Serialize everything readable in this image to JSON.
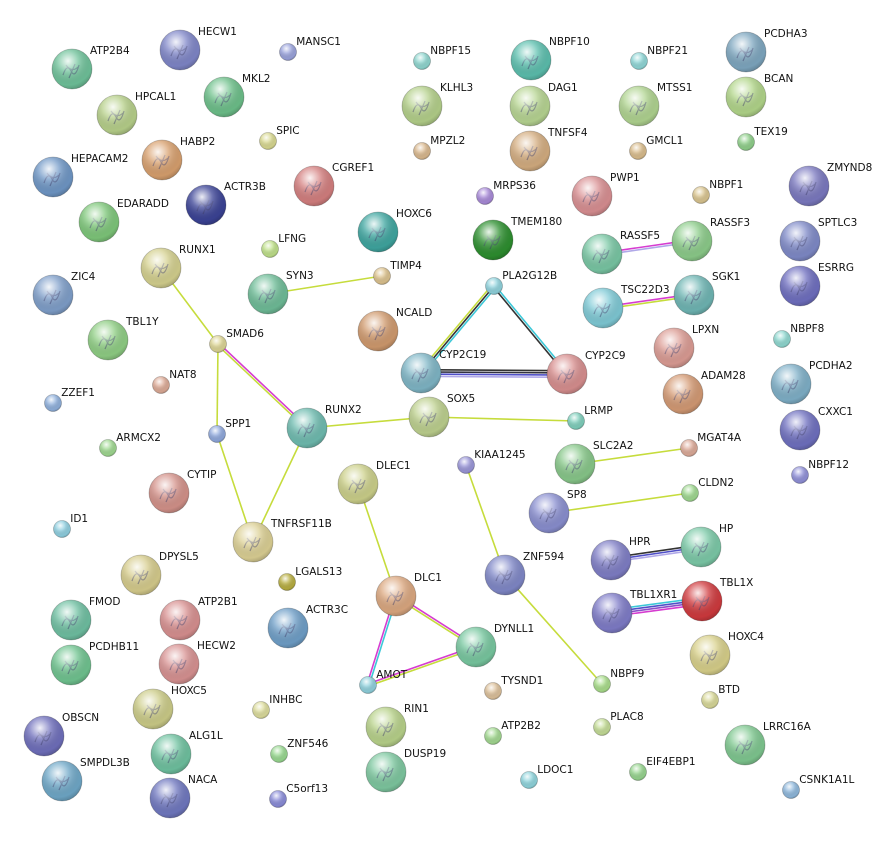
{
  "network": {
    "nodes": [
      {
        "label": "ATP2B4",
        "color": "#6fc29a",
        "size": "big"
      },
      {
        "label": "HECW1",
        "color": "#7f86c8",
        "size": "big"
      },
      {
        "label": "MANSC1",
        "color": "#9aa3dc",
        "size": "small"
      },
      {
        "label": "NBPF15",
        "color": "#8fd6cf",
        "size": "small"
      },
      {
        "label": "NBPF10",
        "color": "#5cbfae",
        "size": "big"
      },
      {
        "label": "NBPF21",
        "color": "#8fd6d6",
        "size": "small"
      },
      {
        "label": "PCDHA3",
        "color": "#7ea7c0",
        "size": "big"
      },
      {
        "label": "MKL2",
        "color": "#6dc08a",
        "size": "big"
      },
      {
        "label": "HPCAL1",
        "color": "#b7d08a",
        "size": "big"
      },
      {
        "label": "KLHL3",
        "color": "#b4d08a",
        "size": "big"
      },
      {
        "label": "DAG1",
        "color": "#b7d592",
        "size": "big"
      },
      {
        "label": "MTSS1",
        "color": "#b0d490",
        "size": "big"
      },
      {
        "label": "BCAN",
        "color": "#b2d68a",
        "size": "big"
      },
      {
        "label": "SPIC",
        "color": "#d8d890",
        "size": "small"
      },
      {
        "label": "HABP2",
        "color": "#d8a06e",
        "size": "big"
      },
      {
        "label": "MPZL2",
        "color": "#d9b88e",
        "size": "small"
      },
      {
        "label": "TNFSF4",
        "color": "#d4ad80",
        "size": "big"
      },
      {
        "label": "GMCL1",
        "color": "#d9bc8c",
        "size": "small"
      },
      {
        "label": "TEX19",
        "color": "#8fcf8a",
        "size": "small"
      },
      {
        "label": "HEPACAM2",
        "color": "#6f97c6",
        "size": "big"
      },
      {
        "label": "CGREF1",
        "color": "#d47f7f",
        "size": "big"
      },
      {
        "label": "ACTR3B",
        "color": "#3b4396",
        "size": "big"
      },
      {
        "label": "MRPS36",
        "color": "#a88ad8",
        "size": "small"
      },
      {
        "label": "PWP1",
        "color": "#d98f92",
        "size": "big"
      },
      {
        "label": "NBPF1",
        "color": "#d9c48f",
        "size": "small"
      },
      {
        "label": "ZMYND8",
        "color": "#7b79c0",
        "size": "big"
      },
      {
        "label": "EDARADD",
        "color": "#7ec77a",
        "size": "big"
      },
      {
        "label": "HOXC6",
        "color": "#3fa6a0",
        "size": "big"
      },
      {
        "label": "TMEM180",
        "color": "#2d8f2f",
        "size": "big"
      },
      {
        "label": "RASSF5",
        "color": "#79c7a4",
        "size": "big"
      },
      {
        "label": "RASSF3",
        "color": "#8ccc8a",
        "size": "big"
      },
      {
        "label": "SPTLC3",
        "color": "#7f8ac8",
        "size": "big"
      },
      {
        "label": "RUNX1",
        "color": "#d4d08e",
        "size": "big"
      },
      {
        "label": "LFNG",
        "color": "#bfe08a",
        "size": "small"
      },
      {
        "label": "TIMP4",
        "color": "#dcc28e",
        "size": "small"
      },
      {
        "label": "SYN3",
        "color": "#6fbd98",
        "size": "big"
      },
      {
        "label": "PLA2G12B",
        "color": "#8fd2dc",
        "size": "small"
      },
      {
        "label": "ESRRG",
        "color": "#6f6fc0",
        "size": "big"
      },
      {
        "label": "ZIC4",
        "color": "#7f9fca",
        "size": "big"
      },
      {
        "label": "TSC22D3",
        "color": "#7fcad6",
        "size": "big"
      },
      {
        "label": "SGK1",
        "color": "#6fb6b4",
        "size": "big"
      },
      {
        "label": "TBL1Y",
        "color": "#8fce84",
        "size": "big"
      },
      {
        "label": "SMAD6",
        "color": "#dcd494",
        "size": "small"
      },
      {
        "label": "NCALD",
        "color": "#d09a6e",
        "size": "big"
      },
      {
        "label": "NBPF8",
        "color": "#8fd8d0",
        "size": "small"
      },
      {
        "label": "LPXN",
        "color": "#dc9c94",
        "size": "big"
      },
      {
        "label": "CYP2C19",
        "color": "#7fb6c6",
        "size": "big"
      },
      {
        "label": "CYP2C9",
        "color": "#d88f8f",
        "size": "big"
      },
      {
        "label": "PCDHA2",
        "color": "#7fb0c8",
        "size": "big"
      },
      {
        "label": "NAT8",
        "color": "#dcaa96",
        "size": "small"
      },
      {
        "label": "ZZEF1",
        "color": "#8fb0dc",
        "size": "small"
      },
      {
        "label": "ADAM28",
        "color": "#d49a74",
        "size": "big"
      },
      {
        "label": "SOX5",
        "color": "#bdd08e",
        "size": "big"
      },
      {
        "label": "RUNX2",
        "color": "#6fbcb0",
        "size": "big"
      },
      {
        "label": "SPP1",
        "color": "#8fa8dc",
        "size": "small"
      },
      {
        "label": "LRMP",
        "color": "#7fcfbc",
        "size": "small"
      },
      {
        "label": "CXXC1",
        "color": "#6f70c0",
        "size": "big"
      },
      {
        "label": "ARMCX2",
        "color": "#9fd890",
        "size": "small"
      },
      {
        "label": "MGAT4A",
        "color": "#dcaa98",
        "size": "small"
      },
      {
        "label": "KIAA1245",
        "color": "#9a96d8",
        "size": "small"
      },
      {
        "label": "SLC2A2",
        "color": "#88c88a",
        "size": "big"
      },
      {
        "label": "NBPF12",
        "color": "#9090d8",
        "size": "small"
      },
      {
        "label": "CYTIP",
        "color": "#d4928a",
        "size": "big"
      },
      {
        "label": "DLEC1",
        "color": "#ccd08a",
        "size": "big"
      },
      {
        "label": "CLDN2",
        "color": "#9fd890",
        "size": "small"
      },
      {
        "label": "SP8",
        "color": "#8a8fd0",
        "size": "big"
      },
      {
        "label": "ID1",
        "color": "#8fcfe0",
        "size": "small"
      },
      {
        "label": "TNFRSF11B",
        "color": "#dcd094",
        "size": "big"
      },
      {
        "label": "HPR",
        "color": "#7f7ec6",
        "size": "big"
      },
      {
        "label": "HP",
        "color": "#7ccaa8",
        "size": "big"
      },
      {
        "label": "DPYSL5",
        "color": "#d6cc8c",
        "size": "big"
      },
      {
        "label": "ZNF594",
        "color": "#8088c8",
        "size": "big"
      },
      {
        "label": "LGALS13",
        "color": "#b8ae40",
        "size": "small"
      },
      {
        "label": "DLC1",
        "color": "#dca880",
        "size": "big"
      },
      {
        "label": "TBL1XR1",
        "color": "#7f7cc8",
        "size": "big"
      },
      {
        "label": "TBL1X",
        "color": "#d03a3e",
        "size": "big"
      },
      {
        "label": "ATP2B1",
        "color": "#d89090",
        "size": "big"
      },
      {
        "label": "FMOD",
        "color": "#6fc0a2",
        "size": "big"
      },
      {
        "label": "ACTR3C",
        "color": "#6f9fc8",
        "size": "big"
      },
      {
        "label": "DYNLL1",
        "color": "#78c8a0",
        "size": "big"
      },
      {
        "label": "HOXC4",
        "color": "#d8d08a",
        "size": "big"
      },
      {
        "label": "PCDHB11",
        "color": "#70c490",
        "size": "big"
      },
      {
        "label": "HECW2",
        "color": "#d89292",
        "size": "big"
      },
      {
        "label": "AMOT",
        "color": "#8fd0dc",
        "size": "small"
      },
      {
        "label": "NBPF9",
        "color": "#a8dc8a",
        "size": "small"
      },
      {
        "label": "TYSND1",
        "color": "#dcc09a",
        "size": "small"
      },
      {
        "label": "BTD",
        "color": "#d8d898",
        "size": "small"
      },
      {
        "label": "HOXC5",
        "color": "#cccc88",
        "size": "big"
      },
      {
        "label": "INHBC",
        "color": "#dcdc9c",
        "size": "small"
      },
      {
        "label": "OBSCN",
        "color": "#6f6fbc",
        "size": "big"
      },
      {
        "label": "RIN1",
        "color": "#b8d28a",
        "size": "big"
      },
      {
        "label": "PLAC8",
        "color": "#c4dc96",
        "size": "small"
      },
      {
        "label": "LRRC16A",
        "color": "#7fc890",
        "size": "big"
      },
      {
        "label": "ATP2B2",
        "color": "#a2d890",
        "size": "small"
      },
      {
        "label": "ALG1L",
        "color": "#6fc2a0",
        "size": "big"
      },
      {
        "label": "ZNF546",
        "color": "#98d890",
        "size": "small"
      },
      {
        "label": "DUSP19",
        "color": "#7ec8a0",
        "size": "big"
      },
      {
        "label": "SMPDL3B",
        "color": "#6fa8c8",
        "size": "big"
      },
      {
        "label": "LDOC1",
        "color": "#8fd4dc",
        "size": "small"
      },
      {
        "label": "EIF4EBP1",
        "color": "#96d48e",
        "size": "small"
      },
      {
        "label": "NACA",
        "color": "#7078c0",
        "size": "big"
      },
      {
        "label": "C5orf13",
        "color": "#8a8cd8",
        "size": "small"
      },
      {
        "label": "CSNK1A1L",
        "color": "#8fb8dc",
        "size": "small"
      }
    ],
    "edges": [
      {
        "from": "TIMP4",
        "to": "SYN3",
        "colors": [
          "#c6dc3c"
        ]
      },
      {
        "from": "RUNX1",
        "to": "SMAD6",
        "colors": [
          "#c6dc3c"
        ]
      },
      {
        "from": "SMAD6",
        "to": "RUNX2",
        "colors": [
          "#d63cd0",
          "#c6dc3c"
        ]
      },
      {
        "from": "SMAD6",
        "to": "SPP1",
        "colors": [
          "#c6dc3c"
        ]
      },
      {
        "from": "SPP1",
        "to": "TNFRSF11B",
        "colors": [
          "#c6dc3c"
        ]
      },
      {
        "from": "RUNX2",
        "to": "TNFRSF11B",
        "colors": [
          "#c6dc3c"
        ]
      },
      {
        "from": "RUNX2",
        "to": "SOX5",
        "colors": [
          "#c6dc3c"
        ]
      },
      {
        "from": "SOX5",
        "to": "LRMP",
        "colors": [
          "#c6dc3c"
        ]
      },
      {
        "from": "PLA2G12B",
        "to": "CYP2C19",
        "colors": [
          "#3cc8d8",
          "#333333",
          "#c6dc3c"
        ]
      },
      {
        "from": "PLA2G12B",
        "to": "CYP2C9",
        "colors": [
          "#3cc8d8",
          "#333333"
        ]
      },
      {
        "from": "CYP2C19",
        "to": "CYP2C9",
        "colors": [
          "#333333",
          "#333340",
          "#5050c8",
          "#b0a8e8"
        ]
      },
      {
        "from": "RASSF5",
        "to": "RASSF3",
        "colors": [
          "#d63cd0",
          "#b0a8e8"
        ]
      },
      {
        "from": "TSC22D3",
        "to": "SGK1",
        "colors": [
          "#d63cd0",
          "#c6dc3c"
        ]
      },
      {
        "from": "SLC2A2",
        "to": "MGAT4A",
        "colors": [
          "#c6dc3c"
        ]
      },
      {
        "from": "SP8",
        "to": "CLDN2",
        "colors": [
          "#c6dc3c"
        ]
      },
      {
        "from": "KIAA1245",
        "to": "ZNF594",
        "colors": [
          "#c6dc3c"
        ]
      },
      {
        "from": "ZNF594",
        "to": "NBPF9",
        "colors": [
          "#c6dc3c"
        ]
      },
      {
        "from": "DLEC1",
        "to": "DLC1",
        "colors": [
          "#c6dc3c"
        ]
      },
      {
        "from": "DLC1",
        "to": "AMOT",
        "colors": [
          "#3cc8d8",
          "#d63cd0"
        ]
      },
      {
        "from": "DLC1",
        "to": "DYNLL1",
        "colors": [
          "#d63cd0",
          "#c6dc3c"
        ]
      },
      {
        "from": "AMOT",
        "to": "DYNLL1",
        "colors": [
          "#d63cd0",
          "#c6dc3c"
        ]
      },
      {
        "from": "HPR",
        "to": "HP",
        "colors": [
          "#333333",
          "#5050c8",
          "#b0a8e8"
        ]
      },
      {
        "from": "TBL1XR1",
        "to": "TBL1X",
        "colors": [
          "#3cc8d8",
          "#5050c8",
          "#8a50c8",
          "#d63cd0"
        ]
      }
    ]
  }
}
